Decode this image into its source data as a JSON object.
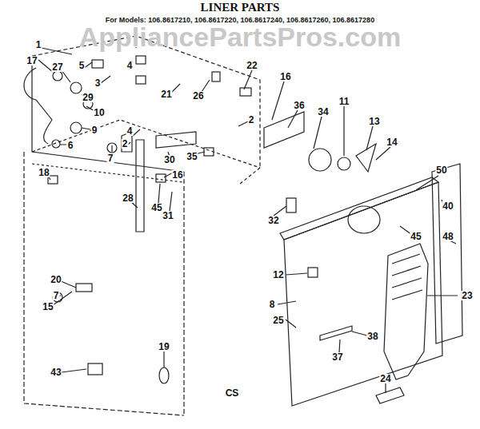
{
  "diagram": {
    "title": "LINER PARTS",
    "labels": [
      "For Models: 106.8617210, 106.8617220, 106.8617240, 106.8617260, 106.8617280",
      "AppliancePartsPros.com",
      "1",
      "17",
      "27",
      "5",
      "3",
      "4",
      "29",
      "10",
      "9",
      "6",
      "21",
      "26",
      "22",
      "16",
      "36",
      "34",
      "11",
      "13",
      "14",
      "50",
      "2",
      "4",
      "2",
      "7",
      "30",
      "16",
      "35",
      "45",
      "31",
      "32",
      "28",
      "18",
      "20",
      "7",
      "15",
      "43",
      "19",
      "45",
      "40",
      "48",
      "23",
      "12",
      "8",
      "25",
      "38",
      "37",
      "24",
      "CS"
    ]
  }
}
